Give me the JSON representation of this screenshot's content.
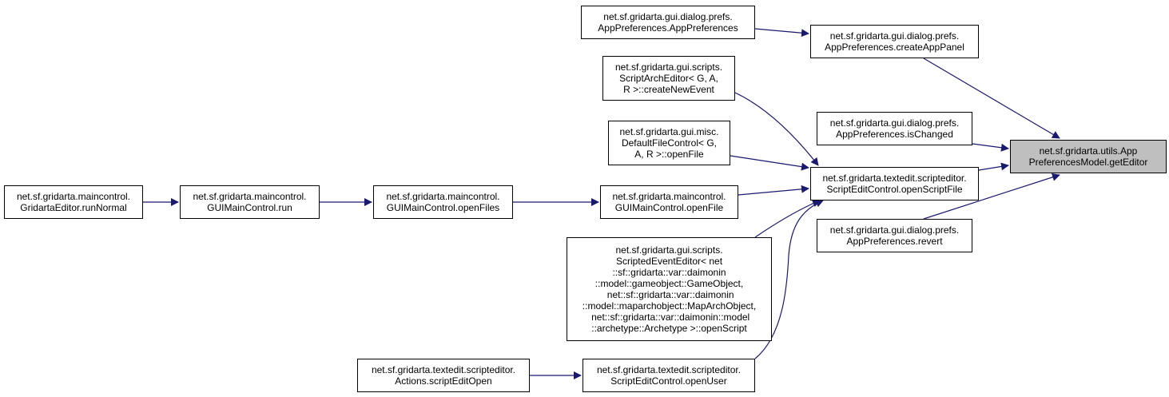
{
  "nodes": [
    {
      "id": "n0",
      "lines": [
        "net.sf.gridarta.utils.App",
        "PreferencesModel.getEditor"
      ],
      "focus": true
    },
    {
      "id": "n1",
      "lines": [
        "net.sf.gridarta.gui.dialog.prefs.",
        "AppPreferences.createAppPanel"
      ]
    },
    {
      "id": "n2",
      "lines": [
        "net.sf.gridarta.gui.dialog.prefs.",
        "AppPreferences.AppPreferences"
      ]
    },
    {
      "id": "n3",
      "lines": [
        "net.sf.gridarta.gui.dialog.prefs.",
        "AppPreferences.isChanged"
      ]
    },
    {
      "id": "n4",
      "lines": [
        "net.sf.gridarta.textedit.scripteditor.",
        "ScriptEditControl.openScriptFile"
      ]
    },
    {
      "id": "n5",
      "lines": [
        "net.sf.gridarta.gui.scripts.",
        "ScriptArchEditor< G, A,",
        "R >::createNewEvent"
      ]
    },
    {
      "id": "n6",
      "lines": [
        "net.sf.gridarta.gui.misc.",
        "DefaultFileControl< G,",
        "A, R >::openFile"
      ]
    },
    {
      "id": "n7",
      "lines": [
        "net.sf.gridarta.maincontrol.",
        "GUIMainControl.openFile"
      ]
    },
    {
      "id": "n8",
      "lines": [
        "net.sf.gridarta.maincontrol.",
        "GUIMainControl.openFiles"
      ]
    },
    {
      "id": "n9",
      "lines": [
        "net.sf.gridarta.maincontrol.",
        "GUIMainControl.run"
      ]
    },
    {
      "id": "n10",
      "lines": [
        "net.sf.gridarta.maincontrol.",
        "GridartaEditor.runNormal"
      ]
    },
    {
      "id": "n11",
      "lines": [
        "net.sf.gridarta.gui.scripts.",
        "ScriptedEventEditor< net",
        "::sf::gridarta::var::daimonin",
        "::model::gameobject::GameObject,",
        " net::sf::gridarta::var::daimonin",
        "::model::maparchobject::MapArchObject,",
        " net::sf::gridarta::var::daimonin::model",
        "::archetype::Archetype >::openScript"
      ]
    },
    {
      "id": "n12",
      "lines": [
        "net.sf.gridarta.textedit.scripteditor.",
        "ScriptEditControl.openUser"
      ]
    },
    {
      "id": "n13",
      "lines": [
        "net.sf.gridarta.textedit.scripteditor.",
        "Actions.scriptEditOpen"
      ]
    },
    {
      "id": "n14",
      "lines": [
        "net.sf.gridarta.gui.dialog.prefs.",
        "AppPreferences.revert"
      ]
    }
  ],
  "edges": [
    {
      "from": "n1",
      "to": "n0"
    },
    {
      "from": "n2",
      "to": "n1"
    },
    {
      "from": "n3",
      "to": "n0"
    },
    {
      "from": "n4",
      "to": "n0"
    },
    {
      "from": "n5",
      "to": "n4"
    },
    {
      "from": "n6",
      "to": "n4"
    },
    {
      "from": "n7",
      "to": "n4"
    },
    {
      "from": "n8",
      "to": "n7"
    },
    {
      "from": "n9",
      "to": "n8"
    },
    {
      "from": "n10",
      "to": "n9"
    },
    {
      "from": "n11",
      "to": "n4"
    },
    {
      "from": "n12",
      "to": "n4"
    },
    {
      "from": "n13",
      "to": "n12"
    },
    {
      "from": "n14",
      "to": "n0"
    }
  ],
  "colors": {
    "edge": "#191970",
    "focus_fill": "#bfbfbf",
    "node_border": "#000000"
  }
}
